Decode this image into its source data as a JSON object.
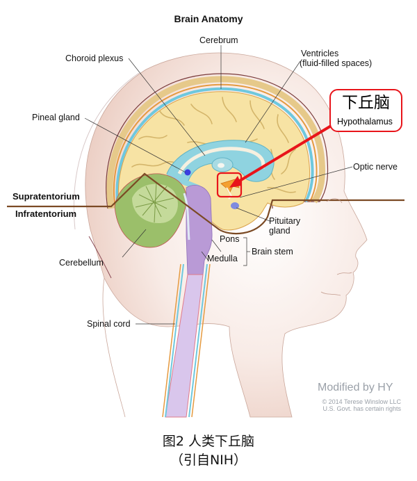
{
  "figure": {
    "title": "Brain Anatomy",
    "labels": {
      "cerebrum": "Cerebrum",
      "choroid_plexus": "Choroid plexus",
      "ventricles_line1": "Ventricles",
      "ventricles_line2": "(fluid-filled spaces)",
      "pineal_gland": "Pineal gland",
      "optic_nerve": "Optic nerve",
      "supratentorium": "Supratentorium",
      "infratentorium": "Infratentorium",
      "pituitary_line1": "Pituitary",
      "pituitary_line2": "gland",
      "pons": "Pons",
      "medulla": "Medulla",
      "brain_stem": "Brain stem",
      "cerebellum": "Cerebellum",
      "spinal_cord": "Spinal cord"
    },
    "callout": {
      "chinese": "下丘脑",
      "english": "Hypothalamus",
      "border_color": "#e8141a",
      "arrow_color": "#e8141a"
    },
    "watermark": "Modified by HY",
    "copyright_line1": "© 2014 Terese Winslow LLC",
    "copyright_line2": "U.S. Govt. has certain rights"
  },
  "caption": {
    "line1": "图2  人类下丘脑",
    "line2": "（引自NIH）"
  },
  "colors": {
    "cerebrum": "#f7e3a4",
    "gyri_lines": "#d4b56a",
    "csf": "#8fd3e0",
    "skull": "#e6c98a",
    "cerebellum": "#9bbf6a",
    "brainstem": "#b99ad6",
    "spinal_cord": "#d9c6ec",
    "tentorium_line": "#7b4a24",
    "hypothalamus": "#f4a030",
    "pituitary": "#7f8be0",
    "skin": "#f4ddd4"
  }
}
